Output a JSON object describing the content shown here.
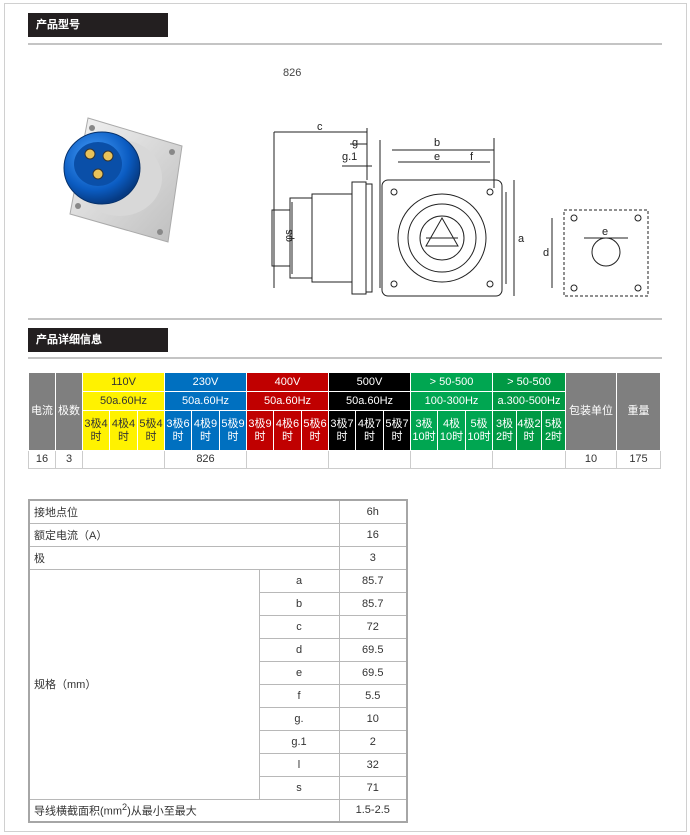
{
  "sections": {
    "model_title": "产品型号",
    "detail_title": "产品详细信息"
  },
  "model_number": "826",
  "drawing_labels": {
    "c": "c",
    "g": "g",
    "g1": "g.1",
    "b": "b",
    "e": "e",
    "f": "f",
    "a": "a",
    "phi": "φs",
    "d": "d",
    "e2": "e"
  },
  "spec_table": {
    "col_current": "电流",
    "col_poles": "极数",
    "groups": [
      {
        "voltage": "110V",
        "freq": "50a.60Hz",
        "cells": [
          "3极4时",
          "4极4时",
          "5极4时"
        ],
        "color": "#fff200"
      },
      {
        "voltage": "230V",
        "freq": "50a.60Hz",
        "cells": [
          "3极6时",
          "4极9时",
          "5极9时"
        ],
        "color": "#0070c0"
      },
      {
        "voltage": "400V",
        "freq": "50a.60Hz",
        "cells": [
          "3极9时",
          "4极6时",
          "5极6时"
        ],
        "color": "#c00000"
      },
      {
        "voltage": "500V",
        "freq": "50a.60Hz",
        "cells": [
          "3极7时",
          "4极7时",
          "5极7时"
        ],
        "color": "#000000"
      },
      {
        "voltage": "> 50-500",
        "freq": "100-300Hz",
        "cells": [
          "3极10时",
          "4极10时",
          "5极10时"
        ],
        "color": "#00a651"
      },
      {
        "voltage": "> 50-500",
        "freq": "a.300-500Hz",
        "cells": [
          "3极2时",
          "4极2时",
          "5极2时"
        ],
        "color": "#009944"
      }
    ],
    "col_pack": "包装单位",
    "col_weight": "重量",
    "row": {
      "current": "16",
      "poles": "3",
      "model": "826",
      "pack": "10",
      "weight": "175"
    }
  },
  "dim_table": {
    "rows_top": [
      {
        "label": "接地点位",
        "value": "6h"
      },
      {
        "label": "额定电流（A）",
        "value": "16"
      },
      {
        "label": "极",
        "value": "3"
      }
    ],
    "spec_label": "规格（mm）",
    "dims": [
      {
        "k": "a",
        "v": "85.7"
      },
      {
        "k": "b",
        "v": "85.7"
      },
      {
        "k": "c",
        "v": "72"
      },
      {
        "k": "d",
        "v": "69.5"
      },
      {
        "k": "e",
        "v": "69.5"
      },
      {
        "k": "f",
        "v": "5.5"
      },
      {
        "k": "g.",
        "v": "10"
      },
      {
        "k": "g.1",
        "v": "2"
      },
      {
        "k": "l",
        "v": "32"
      },
      {
        "k": "s",
        "v": "71"
      }
    ],
    "wire_label_pre": "导线横截面积(mm",
    "wire_label_sup": "2",
    "wire_label_post": ")从最小至最大",
    "wire_value": "1.5-2.5"
  }
}
